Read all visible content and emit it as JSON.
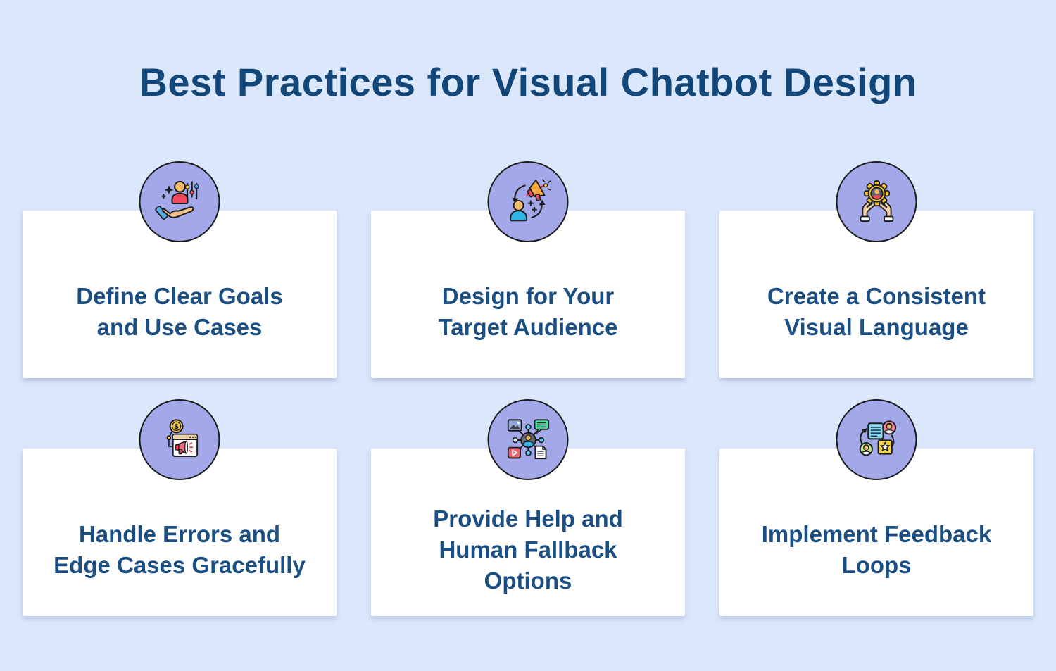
{
  "page": {
    "title": "Best Practices for Visual Chatbot Design"
  },
  "theme": {
    "background_color": "#dbe7fb",
    "card_background_color": "#ffffff",
    "title_color": "#134679",
    "card_text_color": "#1b4e82",
    "icon_badge_fill": "#a3a8e8",
    "icon_badge_border": "#1b1b1b"
  },
  "cards": [
    {
      "title": "Define Clear Goals\nand Use Cases",
      "icon": "hand-presenting-user-icon"
    },
    {
      "title": "Design for Your\nTarget Audience",
      "icon": "user-megaphone-cycle-icon"
    },
    {
      "title": "Create a Consistent\nVisual Language",
      "icon": "hands-holding-gear-user-icon"
    },
    {
      "title": "Handle Errors and\nEdge Cases Gracefully",
      "icon": "browser-megaphone-coin-icon"
    },
    {
      "title": "Provide Help and\nHuman Fallback\nOptions",
      "icon": "user-media-network-icon"
    },
    {
      "title": "Implement Feedback\nLoops",
      "icon": "feedback-cycle-icon"
    }
  ]
}
